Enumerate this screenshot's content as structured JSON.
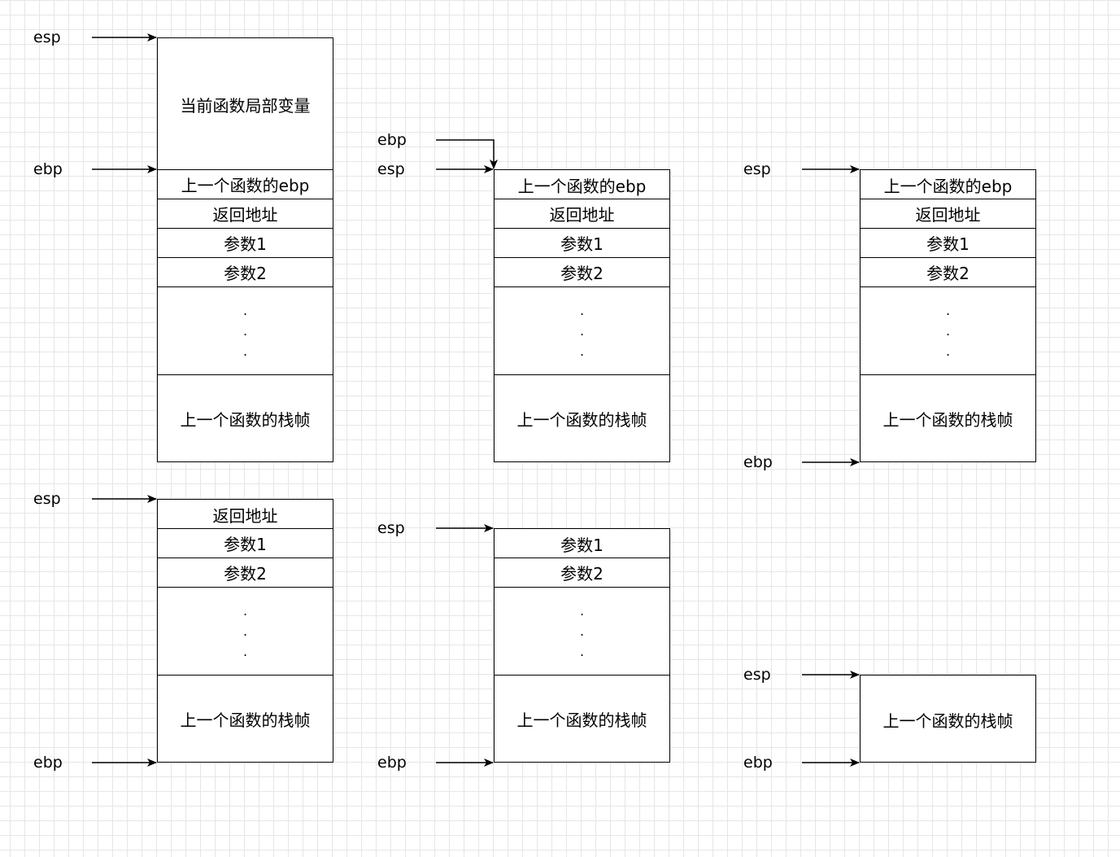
{
  "frames": [
    {
      "id": "frame1",
      "cells": [
        {
          "kind": "local_vars",
          "text": "当前函数局部变量"
        },
        {
          "kind": "saved_ebp",
          "text": "上一个函数的ebp"
        },
        {
          "kind": "return_addr",
          "text": "返回地址"
        },
        {
          "kind": "arg1",
          "text": "参数1"
        },
        {
          "kind": "arg2",
          "text": "参数2"
        },
        {
          "kind": "ellipsis",
          "dots": [
            ".",
            ".",
            "."
          ]
        },
        {
          "kind": "prev_frame",
          "text": "上一个函数的栈帧"
        }
      ],
      "pointers": [
        {
          "label": "esp",
          "target": "top"
        },
        {
          "label": "ebp",
          "target": "saved_ebp"
        }
      ]
    },
    {
      "id": "frame2",
      "cells": [
        {
          "kind": "saved_ebp",
          "text": "上一个函数的ebp"
        },
        {
          "kind": "return_addr",
          "text": "返回地址"
        },
        {
          "kind": "arg1",
          "text": "参数1"
        },
        {
          "kind": "arg2",
          "text": "参数2"
        },
        {
          "kind": "ellipsis",
          "dots": [
            ".",
            ".",
            "."
          ]
        },
        {
          "kind": "prev_frame",
          "text": "上一个函数的栈帧"
        }
      ],
      "pointers": [
        {
          "label": "ebp",
          "target": "top"
        },
        {
          "label": "esp",
          "target": "top"
        }
      ]
    },
    {
      "id": "frame3",
      "cells": [
        {
          "kind": "saved_ebp",
          "text": "上一个函数的ebp"
        },
        {
          "kind": "return_addr",
          "text": "返回地址"
        },
        {
          "kind": "arg1",
          "text": "参数1"
        },
        {
          "kind": "arg2",
          "text": "参数2"
        },
        {
          "kind": "ellipsis",
          "dots": [
            ".",
            ".",
            "."
          ]
        },
        {
          "kind": "prev_frame",
          "text": "上一个函数的栈帧"
        }
      ],
      "pointers": [
        {
          "label": "esp",
          "target": "top"
        },
        {
          "label": "ebp",
          "target": "bottom"
        }
      ]
    },
    {
      "id": "frame4",
      "cells": [
        {
          "kind": "return_addr",
          "text": "返回地址"
        },
        {
          "kind": "arg1",
          "text": "参数1"
        },
        {
          "kind": "arg2",
          "text": "参数2"
        },
        {
          "kind": "ellipsis",
          "dots": [
            ".",
            ".",
            "."
          ]
        },
        {
          "kind": "prev_frame",
          "text": "上一个函数的栈帧"
        }
      ],
      "pointers": [
        {
          "label": "esp",
          "target": "top"
        },
        {
          "label": "ebp",
          "target": "bottom"
        }
      ]
    },
    {
      "id": "frame5",
      "cells": [
        {
          "kind": "arg1",
          "text": "参数1"
        },
        {
          "kind": "arg2",
          "text": "参数2"
        },
        {
          "kind": "ellipsis",
          "dots": [
            ".",
            ".",
            "."
          ]
        },
        {
          "kind": "prev_frame",
          "text": "上一个函数的栈帧"
        }
      ],
      "pointers": [
        {
          "label": "esp",
          "target": "top"
        },
        {
          "label": "ebp",
          "target": "bottom"
        }
      ]
    },
    {
      "id": "frame6",
      "cells": [
        {
          "kind": "prev_frame",
          "text": "上一个函数的栈帧"
        }
      ],
      "pointers": [
        {
          "label": "esp",
          "target": "top"
        },
        {
          "label": "ebp",
          "target": "bottom"
        }
      ]
    }
  ],
  "colors": {
    "line": "#000000",
    "grid": "#e6e6e6",
    "background": "#ffffff"
  }
}
